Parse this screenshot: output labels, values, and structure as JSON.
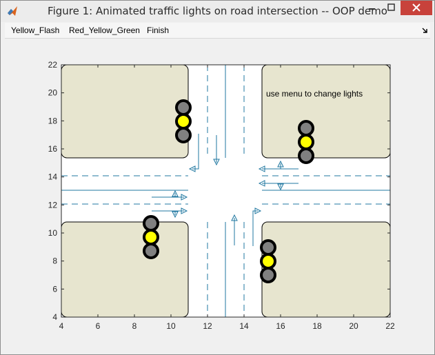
{
  "window": {
    "title": "Figure 1: Animated traffic lights on road intersection -- OOP demo"
  },
  "menu": {
    "items": [
      {
        "label": "Yellow_Flash"
      },
      {
        "label": "Red_Yellow_Green"
      },
      {
        "label": "Finish"
      }
    ]
  },
  "plot": {
    "annotation": "use menu to change lights",
    "x_ticks": [
      "4",
      "6",
      "8",
      "10",
      "12",
      "14",
      "16",
      "18",
      "20",
      "22"
    ],
    "y_ticks": [
      "22",
      "20",
      "18",
      "16",
      "14",
      "12",
      "10",
      "8",
      "6",
      "4"
    ],
    "xlim": [
      4,
      22
    ],
    "ylim": [
      4,
      22
    ],
    "colors": {
      "block": "#e7e5cf",
      "road_line": "#1f77a0",
      "light_body": "#000000",
      "lamp_off": "#808080",
      "lamp_on": "#ffff00"
    }
  }
}
